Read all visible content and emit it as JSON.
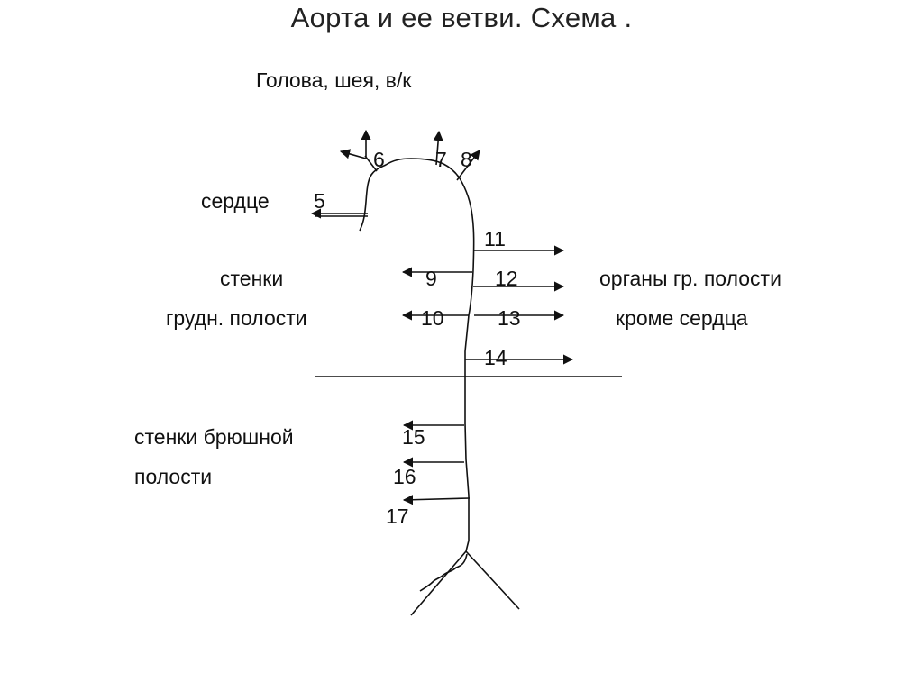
{
  "title": "Аорта и ее ветви. Схема .",
  "labels": {
    "head_neck": "Голова, шея, в/к",
    "heart": "сердце",
    "thoracic_walls_1": "стенки",
    "thoracic_walls_2": "грудн. полости",
    "thoracic_organs_1": "органы гр. полости",
    "thoracic_organs_2": "кроме сердца",
    "abdominal_walls_1": "стенки брюшной",
    "abdominal_walls_2": "полости"
  },
  "numbers": {
    "n5": "5",
    "n6": "6",
    "n7": "7",
    "n8": "8",
    "n9": "9",
    "n10": "10",
    "n11": "11",
    "n12": "12",
    "n13": "13",
    "n14": "14",
    "n15": "15",
    "n16": "16",
    "n17": "17"
  },
  "colors": {
    "line": "#111111",
    "background": "#ffffff"
  }
}
